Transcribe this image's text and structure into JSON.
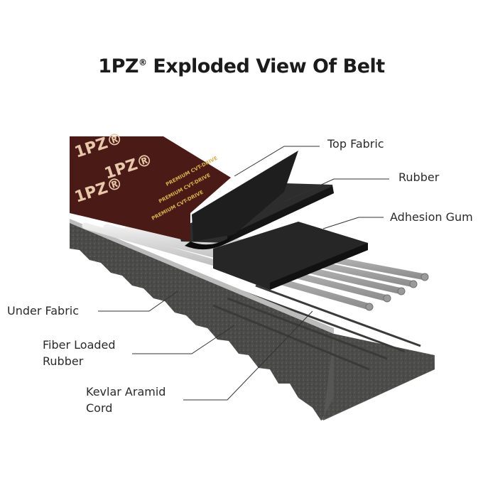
{
  "title": {
    "brand": "1PZ",
    "mark": "®",
    "text": " Exploded View Of Belt"
  },
  "labels": {
    "top_fabric": "Top Fabric",
    "rubber": "Rubber",
    "adhesion_gum": "Adhesion Gum",
    "under_fabric": "Under Fabric",
    "fiber_loaded_rubber_line1": "Fiber Loaded",
    "fiber_loaded_rubber_line2": "Rubber",
    "kevlar_aramid_cord_line1": "Kevlar Aramid",
    "kevlar_aramid_cord_line2": "Cord"
  },
  "belt_print": {
    "logo": "1PZ®",
    "band_text": "PREMIUM CVT-DRIVE"
  },
  "colors": {
    "belt_body": "#4a4a48",
    "belt_top_dark": "#2a2a2a",
    "top_print": "#4a1a16",
    "cord": "#c9c9c9",
    "leader_line": "#333333"
  }
}
